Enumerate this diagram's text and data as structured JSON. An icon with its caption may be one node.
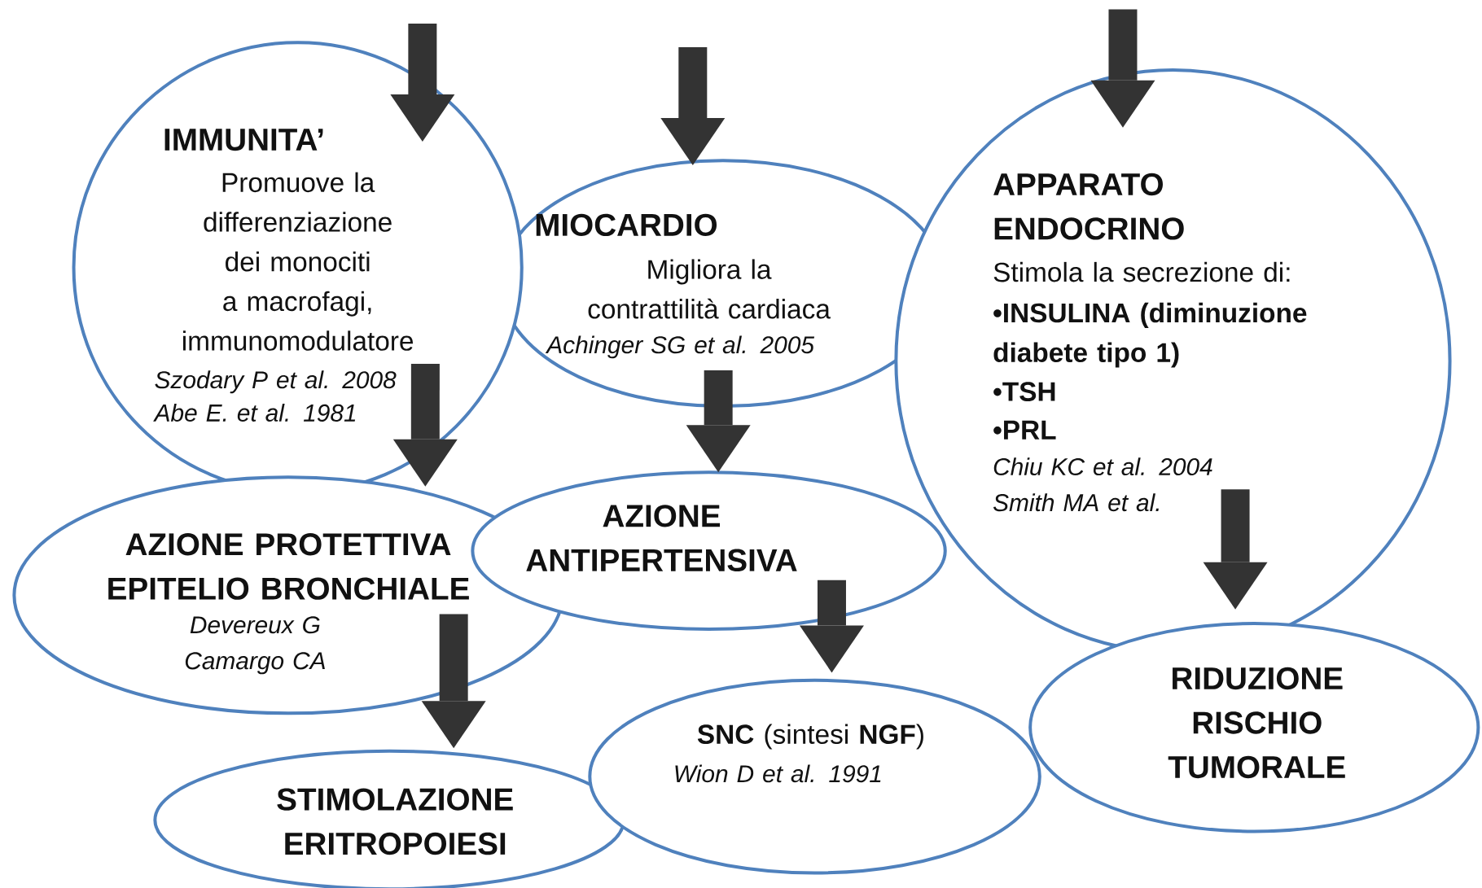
{
  "diagram": {
    "nodes": [
      {
        "text": [
          "IMMUNITA’",
          "Promuove la differenziazione dei monociti a macrofagi, immunomodulatore",
          "Szodary P et al. 2008",
          "Abe E. et al. 1981"
        ]
      },
      {
        "text": [
          "MIOCARDIO",
          "Migliora la contrattilità cardiaca",
          "Achinger SG et al. 2005"
        ]
      },
      {
        "text": [
          "APPARATO ENDOCRINO",
          "Stimola la secrezione di:",
          "•INSULINA (diminuzione diabete tipo 1)",
          "•TSH",
          "•PRL",
          "Chiu KC et al. 2004",
          "Smith MA et al."
        ]
      },
      {
        "text": [
          "AZIONE PROTETTIVA EPITELIO BRONCHIALE",
          "Devereux G",
          "Camargo CA"
        ]
      },
      {
        "text": [
          "AZIONE ANTIPERTENSIVA"
        ]
      },
      {
        "text": [
          "STIMOLAZIONE ERITROPOIESI"
        ]
      },
      {
        "text": [
          "**SNC** (sintesi **NGF**)",
          "Wion D et al. 1991"
        ]
      },
      {
        "text": [
          "RIDUZIONE RISCHIO TUMORALE"
        ]
      }
    ],
    "edges": [
      {
        "from": null,
        "to": 0,
        "arrow": "to"
      },
      {
        "from": null,
        "to": 1,
        "arrow": "to"
      },
      {
        "from": null,
        "to": 2,
        "arrow": "to"
      },
      {
        "from": 0,
        "to": 3,
        "arrow": "to"
      },
      {
        "from": 1,
        "to": 4,
        "arrow": "to"
      },
      {
        "from": 3,
        "to": 5,
        "arrow": "to"
      },
      {
        "from": 4,
        "to": 6,
        "arrow": "to"
      },
      {
        "from": 2,
        "to": 7,
        "arrow": "to"
      }
    ]
  }
}
